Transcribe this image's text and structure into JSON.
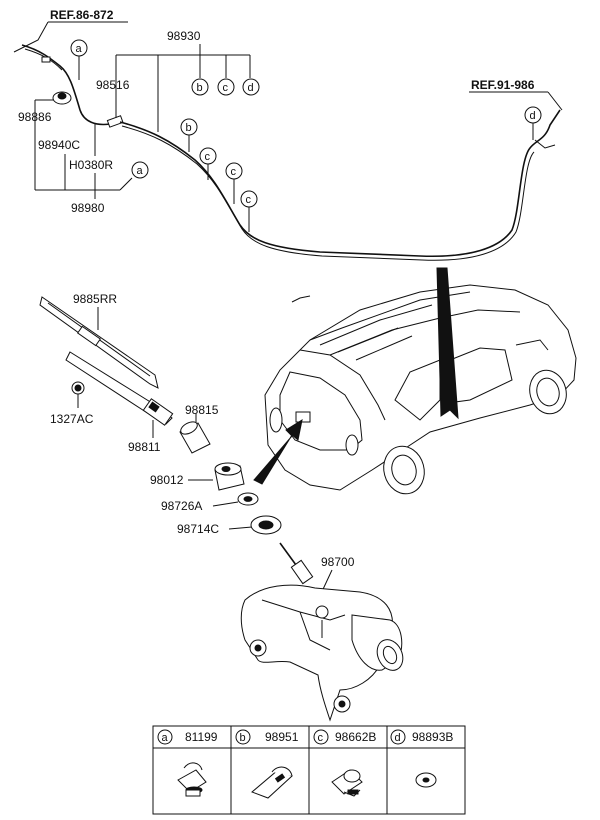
{
  "refs": {
    "ref1": "REF.86-872",
    "ref2": "REF.91-986"
  },
  "labels": {
    "p98930": "98930",
    "p98516": "98516",
    "p98886": "98886",
    "p98940C": "98940C",
    "pH0380R": "H0380R",
    "p98980": "98980",
    "p9885RR": "9885RR",
    "p98815": "98815",
    "p1327AC": "1327AC",
    "p98811": "98811",
    "p98012": "98012",
    "p98726A": "98726A",
    "p98714C": "98714C",
    "p98700": "98700"
  },
  "callouts": {
    "a": "a",
    "b": "b",
    "c": "c",
    "d": "d"
  },
  "legend": [
    {
      "letter": "a",
      "part": "81199"
    },
    {
      "letter": "b",
      "part": "98951"
    },
    {
      "letter": "c",
      "part": "98662B"
    },
    {
      "letter": "d",
      "part": "98893B"
    }
  ]
}
